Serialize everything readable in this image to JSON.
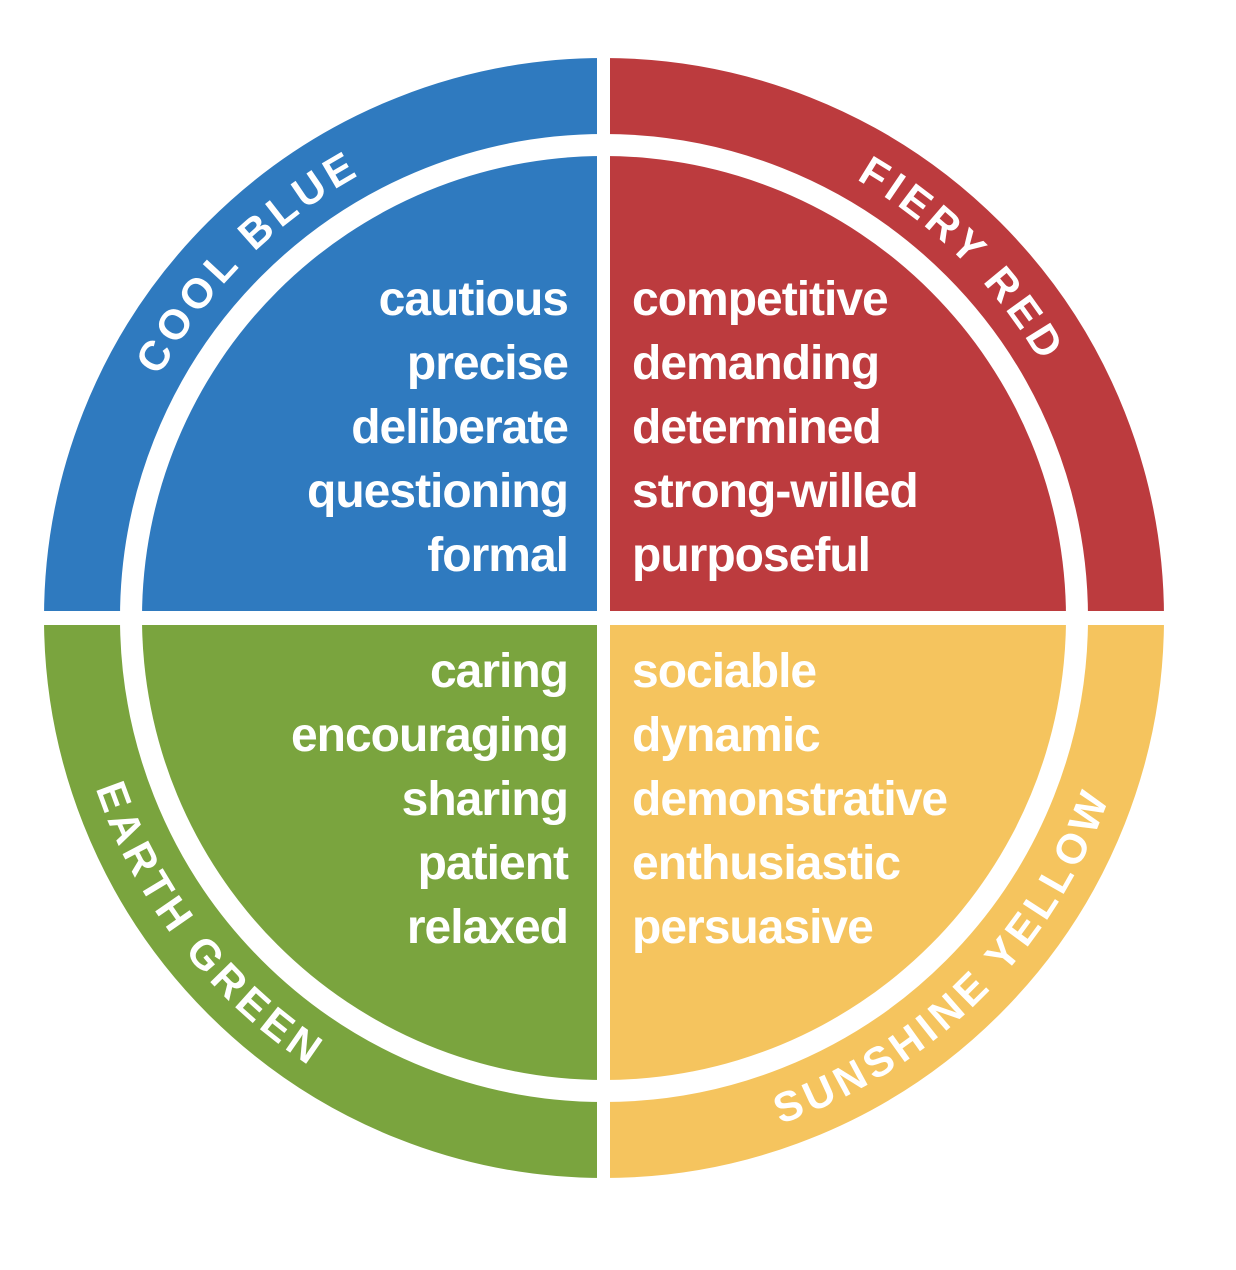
{
  "wheel": {
    "name": "Insights colour wheel",
    "text_color": "#FFFFFF",
    "divider_color": "#FFFFFF",
    "quadrants": [
      {
        "id": "cool-blue",
        "ring_label": "COOL BLUE",
        "color": "#2F7ABF",
        "position": "top-left",
        "traits": [
          "cautious",
          "precise",
          "deliberate",
          "questioning",
          "formal"
        ]
      },
      {
        "id": "fiery-red",
        "ring_label": "FIERY RED",
        "color": "#BC3B3E",
        "position": "top-right",
        "traits": [
          "competitive",
          "demanding",
          "determined",
          "strong-willed",
          "purposeful"
        ]
      },
      {
        "id": "earth-green",
        "ring_label": "EARTH GREEN",
        "color": "#7AA43E",
        "position": "bottom-left",
        "traits": [
          "caring",
          "encouraging",
          "sharing",
          "patient",
          "relaxed"
        ]
      },
      {
        "id": "sunshine-yellow",
        "ring_label": "SUNSHINE YELLOW",
        "color": "#F5C45E",
        "position": "bottom-right",
        "traits": [
          "sociable",
          "dynamic",
          "demonstrative",
          "enthusiastic",
          "persuasive"
        ]
      }
    ]
  }
}
